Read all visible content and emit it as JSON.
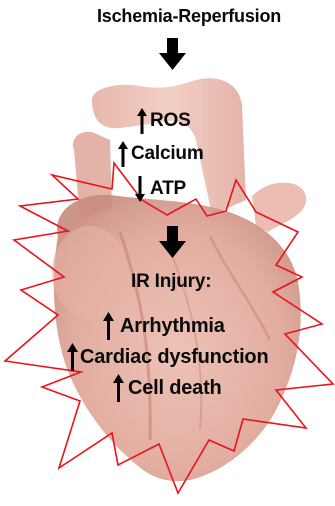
{
  "title": "Ischemia-Reperfusion",
  "effects": [
    {
      "label": "ROS",
      "direction": "up"
    },
    {
      "label": "Calcium",
      "direction": "up"
    },
    {
      "label": "ATP",
      "direction": "down"
    }
  ],
  "injury": {
    "heading": "IR Injury:",
    "items": [
      {
        "label": "Arrhythmia",
        "direction": "up"
      },
      {
        "label": "Cardiac dysfunction",
        "direction": "up"
      },
      {
        "label": "Cell death",
        "direction": "up"
      }
    ]
  },
  "colors": {
    "star_outline": "#e8141a",
    "heart_body": "#e2a79b",
    "vessels": "#e7b2a6",
    "text": "#0a0a0a"
  }
}
